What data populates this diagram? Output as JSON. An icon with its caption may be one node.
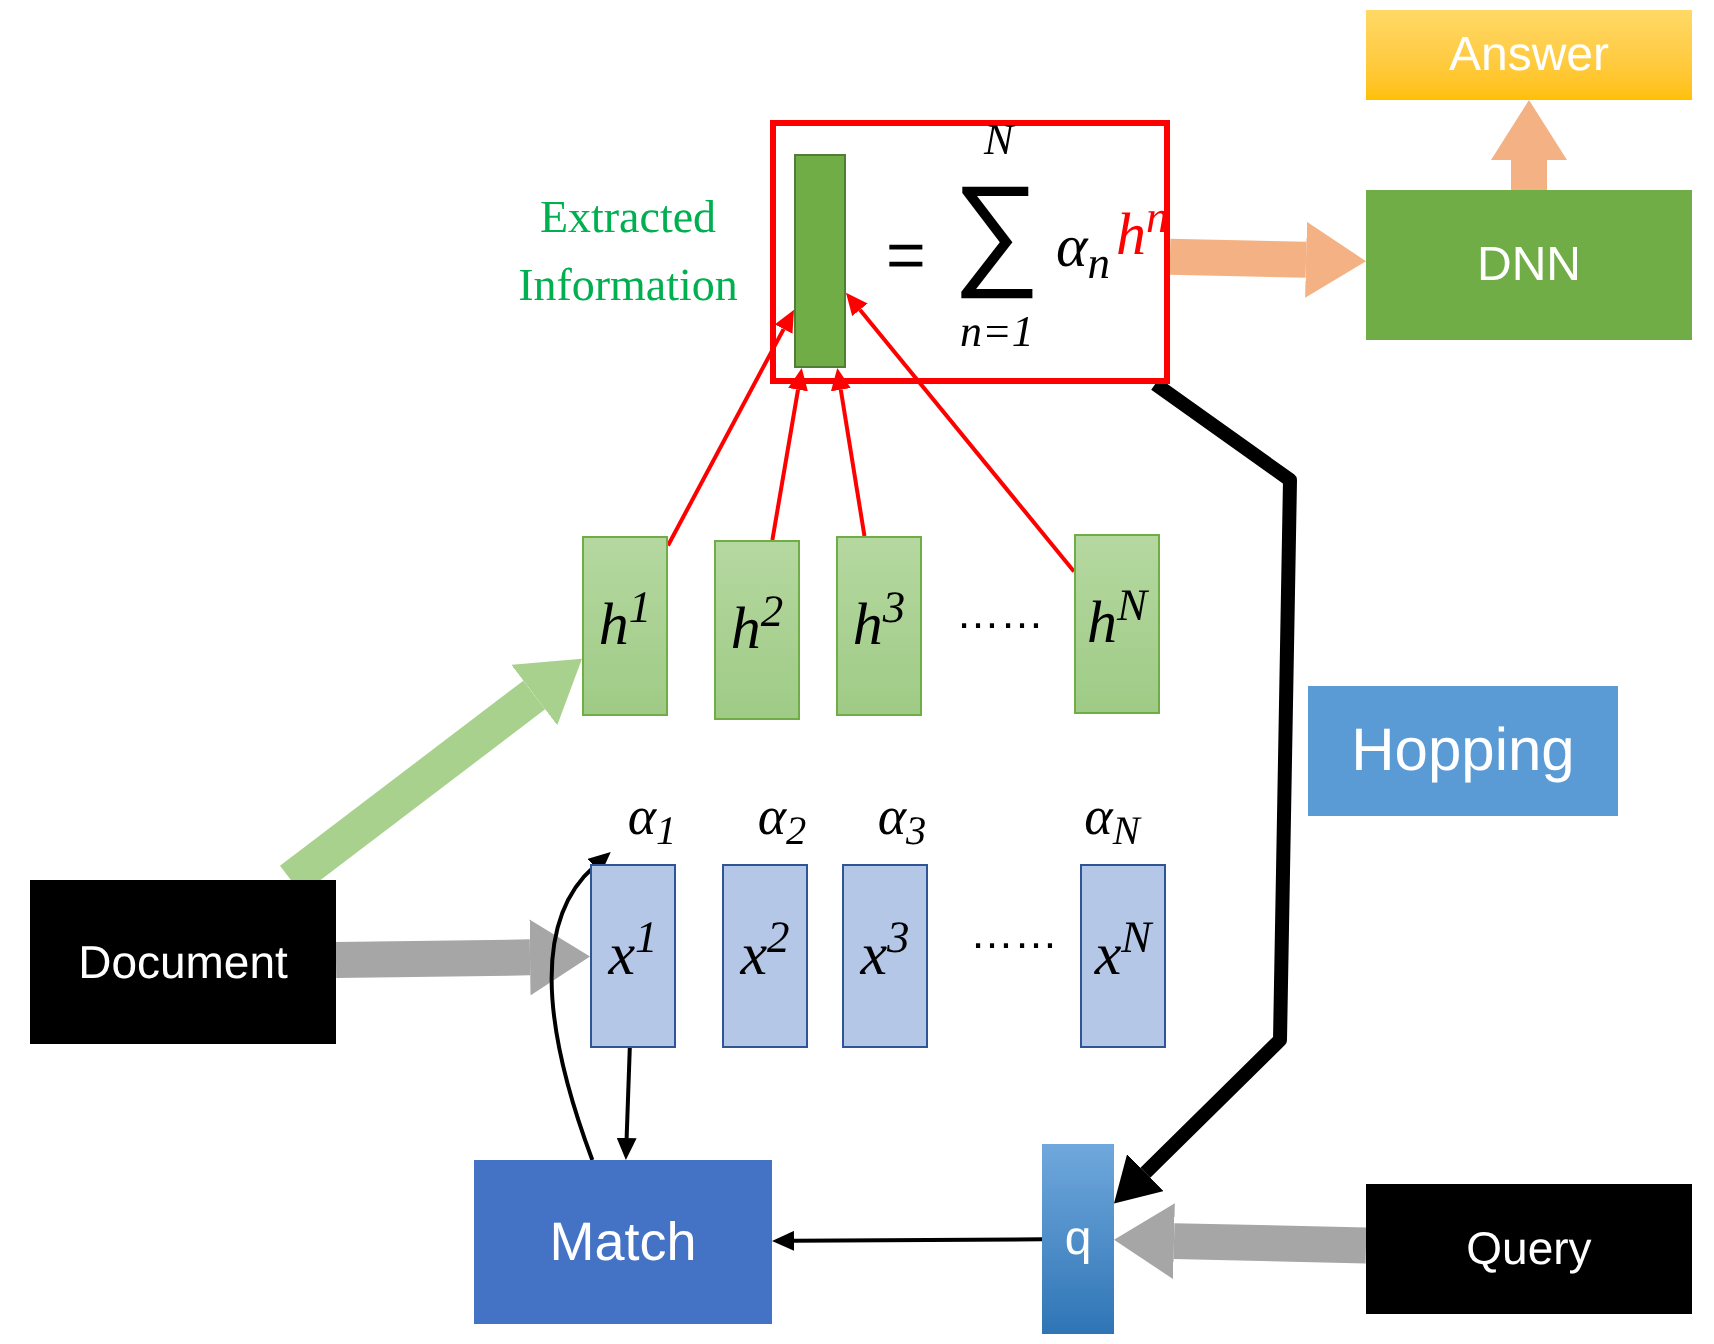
{
  "diagram": {
    "nodes": [
      {
        "text": [
          "Answer"
        ]
      },
      {
        "text": [
          "=",
          "N",
          "∑",
          "n=1",
          "α$_{n}$",
          "h$^{n}$"
        ]
      },
      {
        "text": [],
        "shape": "bar",
        "in": 1,
        "beside": [
          "Extracted Information"
        ]
      },
      {
        "text": [
          "DNN"
        ]
      },
      {
        "text": [
          "h$^{1}$"
        ]
      },
      {
        "text": [
          "h$^{2}$"
        ]
      },
      {
        "text": [
          "h$^{3}$"
        ]
      },
      {
        "text": [
          "h$^{N}$"
        ]
      },
      {
        "text": [
          "Hopping"
        ]
      },
      {
        "text": [
          "α$_{1}$"
        ]
      },
      {
        "text": [
          "α$_{2}$"
        ]
      },
      {
        "text": [
          "α$_{3}$"
        ]
      },
      {
        "text": [
          "α$_{N}$"
        ]
      },
      {
        "text": [
          "x$^{1}$"
        ]
      },
      {
        "text": [
          "x$^{2}$"
        ]
      },
      {
        "text": [
          "x$^{3}$"
        ]
      },
      {
        "text": [
          "x$^{N}$"
        ]
      },
      {
        "text": [
          "Document"
        ]
      },
      {
        "text": [
          "Match"
        ]
      },
      {
        "text": [
          "q"
        ]
      },
      {
        "text": [
          "Query"
        ]
      }
    ],
    "edges": [
      {
        "from": 3,
        "to": 0,
        "arrow": "to",
        "style": "thick",
        "color": "#f4b183"
      },
      {
        "from": 1,
        "to": 3,
        "arrow": "to",
        "style": "thick",
        "color": "#f4b183"
      },
      {
        "from": 4,
        "to": 2,
        "arrow": "to",
        "color": "#ff0000"
      },
      {
        "from": 5,
        "to": 2,
        "arrow": "to",
        "color": "#ff0000"
      },
      {
        "from": 6,
        "to": 2,
        "arrow": "to",
        "color": "#ff0000"
      },
      {
        "from": 7,
        "to": 2,
        "arrow": "to",
        "color": "#ff0000"
      },
      {
        "from": 17,
        "to": 4,
        "arrow": "to",
        "style": "thick",
        "color": "#a9d18e"
      },
      {
        "from": 17,
        "to": 13,
        "arrow": "to",
        "style": "thick",
        "color": "#a6a6a6"
      },
      {
        "from": 18,
        "to": 9,
        "arrow": "to",
        "color": "#000000"
      },
      {
        "from": 13,
        "to": 18,
        "arrow": "to",
        "color": "#000000"
      },
      {
        "from": 19,
        "to": 18,
        "arrow": "to",
        "color": "#000000"
      },
      {
        "from": 20,
        "to": 19,
        "arrow": "to",
        "style": "thick",
        "color": "#a6a6a6"
      },
      {
        "from": 1,
        "to": 19,
        "arrow": "to",
        "style": "thick",
        "color": "#000000"
      }
    ],
    "labels": [
      "……",
      "……"
    ]
  }
}
